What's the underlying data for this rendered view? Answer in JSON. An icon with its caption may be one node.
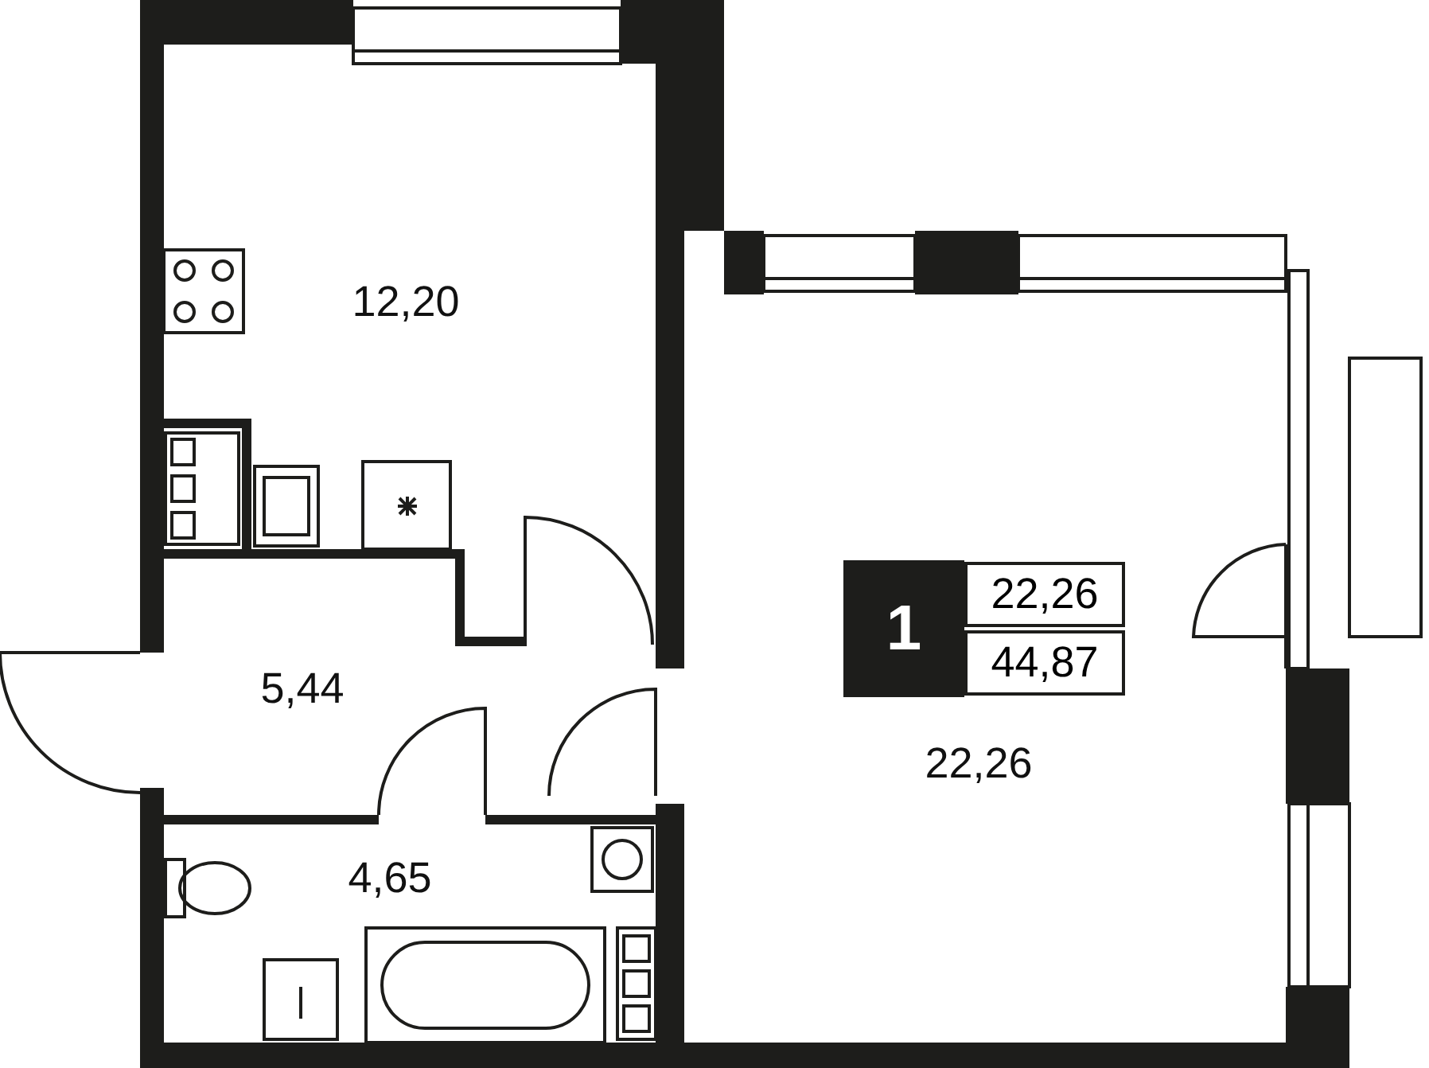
{
  "diagram": {
    "labels": [
      "12,20",
      "1",
      "22,26",
      "44,87",
      "5,44",
      "22,26",
      "4,65"
    ]
  }
}
